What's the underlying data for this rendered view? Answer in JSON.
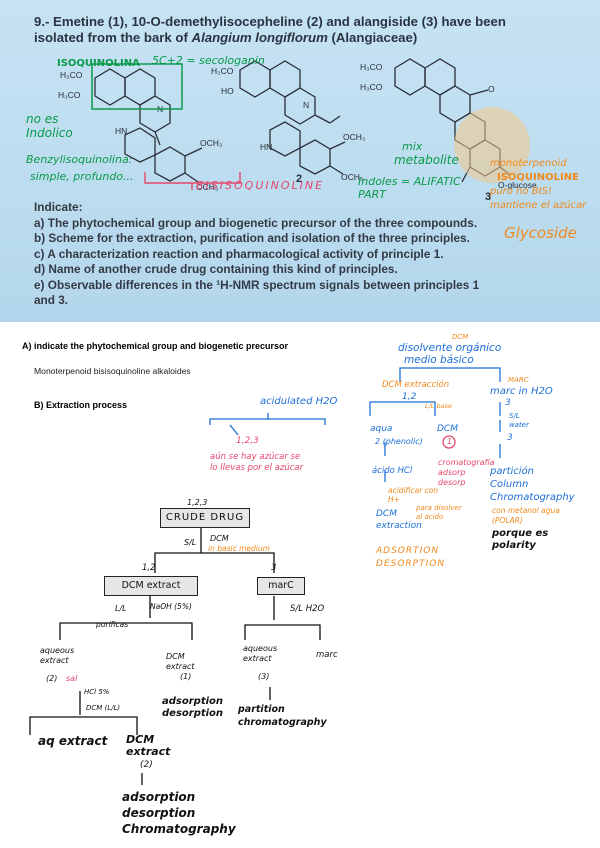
{
  "question": {
    "title_line1": "9.- Emetine (1), 10-O-demethylisocepheline (2) and alangiside (3) have been",
    "title_line2_pre": "isolated from the bark of ",
    "title_line2_species": "Alangium longiflorum",
    "title_line2_post": " (Alangiaceae)",
    "indicate_label": "Indicate:",
    "items": [
      "a) The phytochemical group and biogenetic precursor of the three compounds.",
      "b) Scheme for the extraction, purification and isolation of the three principles.",
      "c) A characterization reaction and pharmacological activity of principle 1.",
      "d) Name of another crude drug containing this kind of principles.",
      "e) Observable differences in the ¹H-NMR spectrum signals between principles 1",
      "and 3."
    ],
    "compound_numbers": {
      "c2": "2",
      "c3": "3"
    },
    "atoms": {
      "h3co": "H₃CO",
      "ho": "HO",
      "och3": "OCH₃",
      "hn": "HN",
      "n": "N",
      "h": "H",
      "o": "O",
      "glucose": "O-glucose"
    }
  },
  "annotations": {
    "isoquinolina": "ISOQUINOLINA",
    "secologanin": "5C+2 = secologanin",
    "no_indolico": "no es Indolico",
    "benzylisoquinoline": "Benzylisoquinolina:",
    "simple_note": "simple, profundo...",
    "bisisoquinoline": "BISISOQUINOLINE",
    "mix": "mix",
    "metabolite": "metabolite",
    "indoles": "Indoles = ALIFATIC PART",
    "monoterpenoid": "monoterpenoid",
    "isoquinoline_3": "ISOQUINOLINE",
    "puro_no_bis": "puro no BIS!",
    "glycoside": "Glycoside",
    "extra_note": "mantiene el azúcar"
  },
  "section_a": {
    "heading": "A) indicate the phytochemical group and biogenetic precursor",
    "answer": "Monoterpenoid bisisoquinoline alkaloides"
  },
  "section_b": {
    "heading": "B) Extraction process"
  },
  "scheme_right": {
    "dcm_top": "DCM",
    "disolvent": "disolvente orgánico",
    "medio": "medio básico",
    "dcm_extraction": "DCM extracción",
    "marc": "MARC",
    "marc_h2o": "marc in H2O",
    "one_two": "1,2",
    "lbase": "L/L base",
    "three": "3",
    "aqua": "aqua",
    "dcm": "DCM",
    "sl_water": "S/L water",
    "two_phenolic": "2 (phenolic)",
    "one": "1",
    "acido_hcl": "ácido HCl",
    "cromatografia": "cromatografía adsorp desorp",
    "particion": "partición",
    "column": "Column",
    "chromatography": "Chromatography",
    "dcm_extraction2": "DCM extraction",
    "metanol": "con metanol agua (POLAR)",
    "porque_polarity": "porque es polarity",
    "adsortion": "ADSORTION",
    "desorption": "DESORPTION",
    "acidificar": "acidificar con H+",
    "pasa_dcm": "para disolver al ácido"
  },
  "scheme_left": {
    "label_123_top": "1,2,3",
    "acidulated": "acidulated H2O",
    "label_123_red": "1,2,3",
    "note_red": "aún se hay azúcar se lo llevas por el azúcar",
    "crude_drug": "CRUDE DRUG",
    "sl": "S/L",
    "dcm": "DCM",
    "in_basic": "in basic medium",
    "label_12": "1,2",
    "label_3": "3",
    "dcm_extract": "DCM extract",
    "marc": "marC",
    "ll": "L/L",
    "naoh": "NaOH (5%)",
    "purificas": "purificas",
    "sl_h2o": "S/L H2O",
    "aqueous_extract_2": "aqueous extract",
    "paren2": "(2)",
    "sal": "sal",
    "dcm_extract_1": "DCM extract",
    "paren1": "(1)",
    "aqueous_extract_3": "aqueous extract",
    "paren3": "(3)",
    "marc2": "marc",
    "hcl5": "HCl 5%",
    "dcm_ll": "DCM (L/L)",
    "adsorption_desorption": "adsorption desorption",
    "partition_chrom": "partition chromatography",
    "aq_extract": "aq extract",
    "dcm_extract_2": "DCM extract",
    "paren2b": "(2)",
    "ads": "adsorption",
    "des": "desorption",
    "chrom": "Chromatography"
  }
}
